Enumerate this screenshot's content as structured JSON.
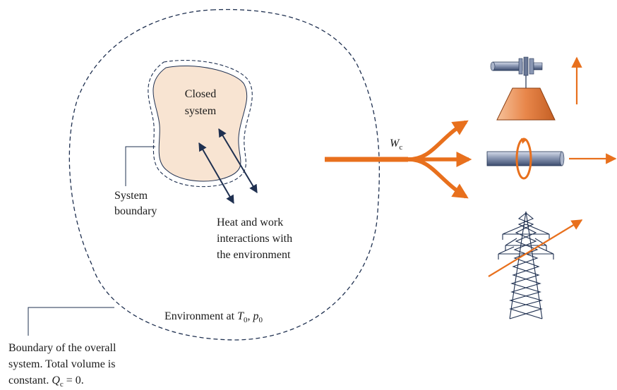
{
  "closed_system": {
    "line1": "Closed",
    "line2": "system"
  },
  "system_boundary": {
    "line1": "System",
    "line2": "boundary"
  },
  "interactions": {
    "line1": "Heat and work",
    "line2": "interactions with",
    "line3": "the environment"
  },
  "environment": {
    "prefix": "Environment at ",
    "t_symbol": "T",
    "t_subscript": "0",
    "separator": ", ",
    "p_symbol": "p",
    "p_subscript": "0"
  },
  "work": {
    "symbol": "W",
    "subscript": "c"
  },
  "overall_boundary": {
    "line1": "Boundary of the overall",
    "line2": "system. Total volume is",
    "line3_prefix": "constant. ",
    "q_symbol": "Q",
    "q_subscript": "c",
    "line3_suffix": " = 0."
  },
  "colors": {
    "accent_orange": "#e8701d",
    "closed_system_fill": "#f8e4d2",
    "dark_navy": "#1f3050",
    "text": "#1a1a1a"
  },
  "icons": [
    "weight-lift-icon",
    "rotating-shaft-icon",
    "power-tower-icon"
  ]
}
